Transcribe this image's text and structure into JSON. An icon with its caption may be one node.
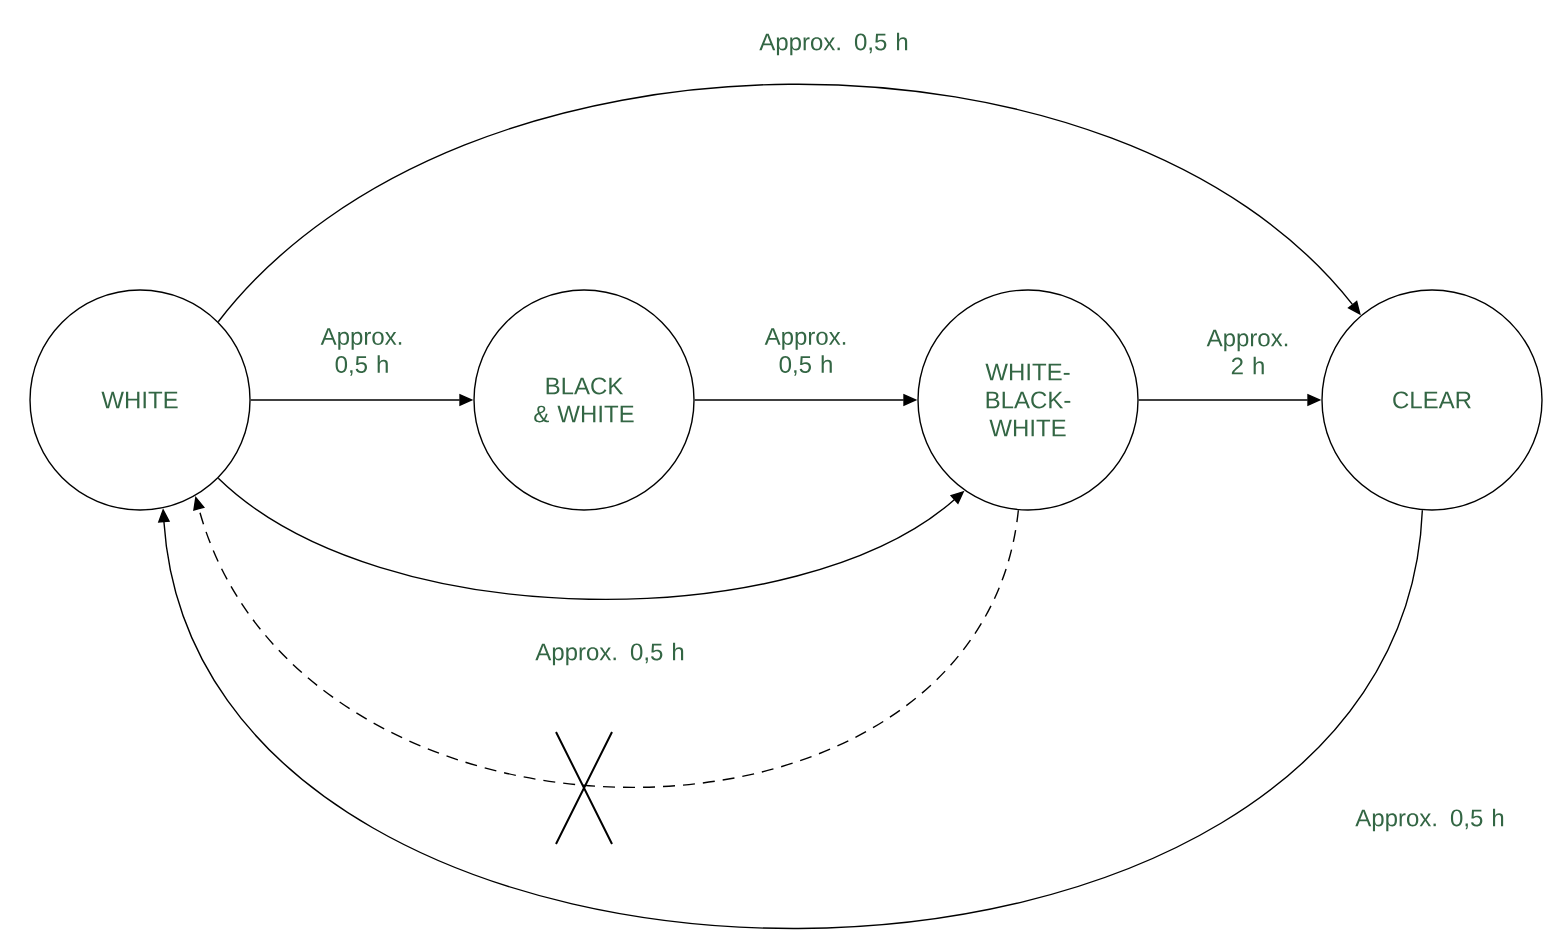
{
  "diagram": {
    "nodes": [
      {
        "text": [
          "WHITE"
        ]
      },
      {
        "text": [
          "BLACK & WHITE"
        ]
      },
      {
        "text": [
          "WHITE-BLACK-WHITE"
        ]
      },
      {
        "text": [
          "CLEAR"
        ]
      }
    ],
    "edges": [
      {
        "from": 0,
        "to": 1,
        "arrow": "to",
        "label": "Approx. 0,5 h"
      },
      {
        "from": 1,
        "to": 2,
        "arrow": "to",
        "label": "Approx. 0,5 h"
      },
      {
        "from": 2,
        "to": 3,
        "arrow": "to",
        "label": "Approx. 2 h"
      },
      {
        "from": 0,
        "to": 3,
        "arrow": "to",
        "label": "Approx. 0,5 h"
      },
      {
        "from": 0,
        "to": 2,
        "arrow": "to",
        "label": "Approx. 0,5 h"
      },
      {
        "from": 2,
        "to": 0,
        "arrow": "to",
        "style": "dashed"
      },
      {
        "from": 3,
        "to": 0,
        "arrow": "to",
        "label": "Approx. 0,5 h"
      }
    ]
  }
}
